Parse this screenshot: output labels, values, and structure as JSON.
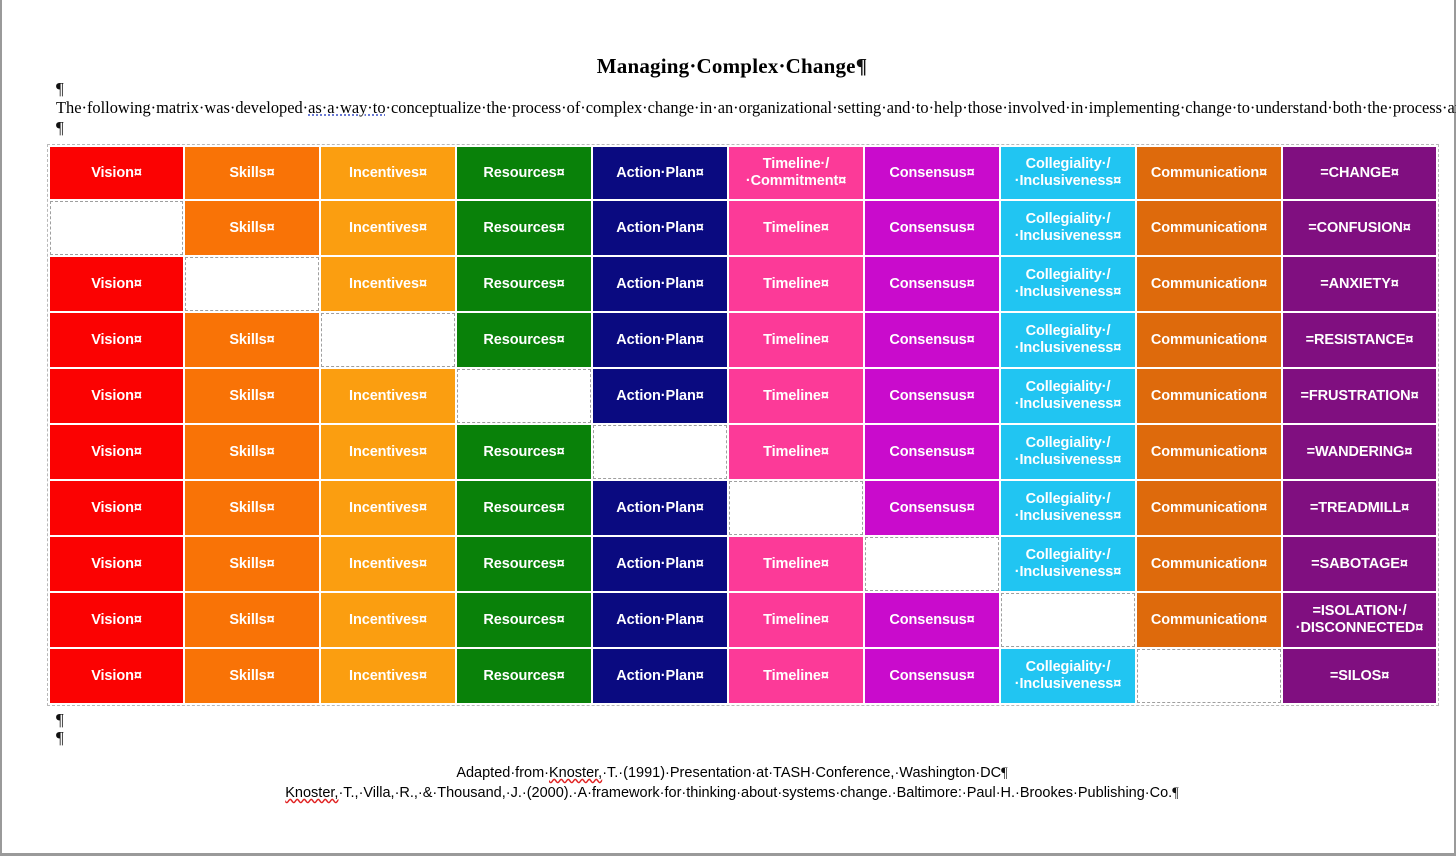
{
  "document": {
    "title": "Managing·Complex·Change",
    "pilcrow": "¶",
    "cell_mark": "¤",
    "intro_line1_a": "The·following·matrix·was·developed·",
    "intro_line1_grammar": "as·a·way·to",
    "intro_line1_b": "·conceptualize·the·process·of·complex·change·in·an·organizational·setting·and·to·help·those·involved·in·implementing·change·to·understand·both·",
    "intro_line2": "the·process·and·the·ways·in·which·their·reactions·to·change·might·be·understood.",
    "stars": "***"
  },
  "matrix": {
    "columns": [
      {
        "key": "vision",
        "label": "Vision",
        "color": "#FB0202"
      },
      {
        "key": "skills",
        "label": "Skills",
        "color": "#F97306"
      },
      {
        "key": "incentives",
        "label": "Incentives",
        "color": "#FB9E10"
      },
      {
        "key": "resources",
        "label": "Resources",
        "color": "#098109"
      },
      {
        "key": "action_plan",
        "label": "Action·Plan",
        "color": "#0A0A80"
      },
      {
        "key": "timeline",
        "label": "Timeline",
        "color": "#FC3A98"
      },
      {
        "key": "consensus",
        "label": "Consensus",
        "color": "#C90BCC"
      },
      {
        "key": "collegiality",
        "label": "Collegiality·/·Inclusiveness",
        "color": "#21C5F2"
      },
      {
        "key": "communication",
        "label": "Communication",
        "color": "#DE6A0C"
      },
      {
        "key": "result",
        "label": "",
        "color": "#800F80"
      }
    ],
    "header_overrides": {
      "timeline": "Timeline·/·Commitment"
    },
    "rows": [
      {
        "missing": null,
        "result": "=CHANGE"
      },
      {
        "missing": "vision",
        "result": "=CONFUSION"
      },
      {
        "missing": "skills",
        "result": "=ANXIETY"
      },
      {
        "missing": "incentives",
        "result": "=RESISTANCE"
      },
      {
        "missing": "resources",
        "result": "=FRUSTRATION"
      },
      {
        "missing": "action_plan",
        "result": "=WANDERING"
      },
      {
        "missing": "timeline",
        "result": "=TREADMILL"
      },
      {
        "missing": "consensus",
        "result": "=SABOTAGE"
      },
      {
        "missing": "collegiality",
        "result": "=ISOLATION·/·DISCONNECTED"
      },
      {
        "missing": "communication",
        "result": "=SILOS"
      }
    ]
  },
  "footer": {
    "line1_a": "Adapted·from·",
    "line1_spell": "Knoster,",
    "line1_b": "·T.·(1991)·Presentation·at·TASH·Conference,·Washington·DC",
    "line2_spell": "Knoster,",
    "line2_b": "·T.,·Villa,·R.,·&·Thousand,·J.·(2000).·A·framework·for·thinking·about·systems·change.·Baltimore:·Paul·H.·Brookes·Publishing·Co."
  }
}
